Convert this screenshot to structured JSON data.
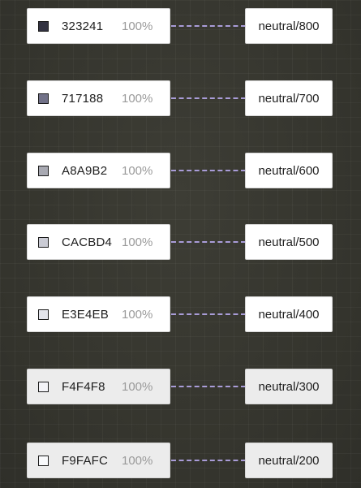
{
  "rows": [
    {
      "hex": "323241",
      "opacity": "100%",
      "token": "neutral/800",
      "color": "#323241"
    },
    {
      "hex": "717188",
      "opacity": "100%",
      "token": "neutral/700",
      "color": "#717188"
    },
    {
      "hex": "A8A9B2",
      "opacity": "100%",
      "token": "neutral/600",
      "color": "#A8A9B2"
    },
    {
      "hex": "CACBD4",
      "opacity": "100%",
      "token": "neutral/500",
      "color": "#CACBD4"
    },
    {
      "hex": "E3E4EB",
      "opacity": "100%",
      "token": "neutral/400",
      "color": "#E3E4EB"
    },
    {
      "hex": "F4F4F8",
      "opacity": "100%",
      "token": "neutral/300",
      "color": "#F4F4F8"
    },
    {
      "hex": "F9FAFC",
      "opacity": "100%",
      "token": "neutral/200",
      "color": "#F9FAFC"
    }
  ],
  "connector_color": "#a99cd8"
}
